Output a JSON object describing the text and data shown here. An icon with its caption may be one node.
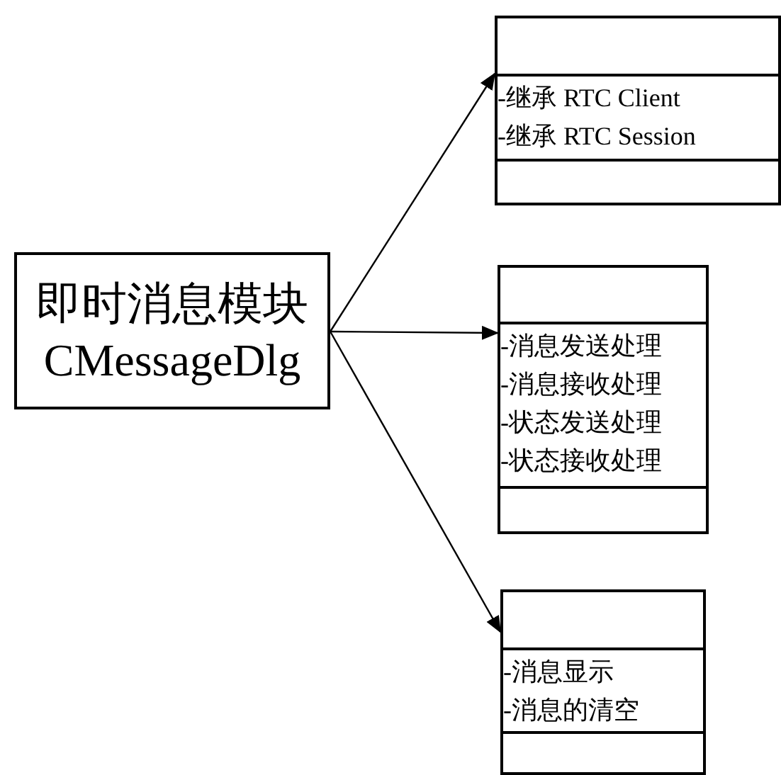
{
  "diagram": {
    "nodes": [
      {
        "text": [
          "即时消息模块 CMessageDlg"
        ]
      },
      {
        "text": [
          "-继承 RTC Client",
          "-继承 RTC Session"
        ]
      },
      {
        "text": [
          "-消息发送处理",
          "-消息接收处理",
          "-状态发送处理",
          "-状态接收处理"
        ]
      },
      {
        "text": [
          "-消息显示",
          "-消息的清空"
        ]
      }
    ],
    "edges": [
      {
        "from": 0,
        "to": 1,
        "arrow": "to"
      },
      {
        "from": 0,
        "to": 2,
        "arrow": "to"
      },
      {
        "from": 0,
        "to": 3,
        "arrow": "to"
      }
    ]
  }
}
